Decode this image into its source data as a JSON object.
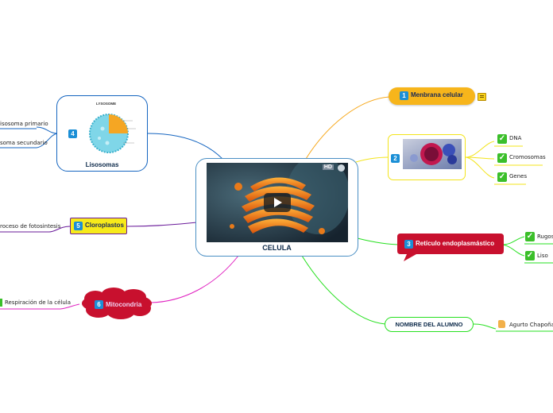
{
  "central": {
    "title": "CELULA"
  },
  "video": {
    "badge": "HD"
  },
  "nodes": {
    "membrana": {
      "num": "1",
      "label": "Menbrana celular"
    },
    "image2": {
      "num": "2"
    },
    "reticulo": {
      "num": "3",
      "label": "Retículo endoplasmástico"
    },
    "lisosomas": {
      "num": "4",
      "label": "Lisosomas",
      "image_title": "LYSOSOME"
    },
    "cloroplastos": {
      "num": "5",
      "label": "Cloroplastos"
    },
    "mitocondria": {
      "num": "6",
      "label": "Mitocondria"
    },
    "alumno": {
      "label": "NOMBRE DEL ALUMNO"
    }
  },
  "leaves": {
    "dna": "DNA",
    "cromosomas": "Cromosomas",
    "genes": "Genes",
    "rugoso": "Rugoso",
    "liso": "Liso",
    "alumno_name": "Agurto Chapoñan Di",
    "lisosoma_primario": "isosoma primario",
    "lisosoma_secundario": "soma secundario",
    "fotosintesis": "roceso de fotosintesis",
    "respiracion": "Respiración de la célula"
  },
  "colors": {
    "membrana": "#f7a81b",
    "image2": "#f3e41a",
    "reticulo": "#c8102e",
    "lisosomas": "#1565c0",
    "cloroplastos": "#6a1b9a",
    "mitocondria": "#e020c0",
    "alumno": "#27e020",
    "check": "#3bbf2a"
  }
}
